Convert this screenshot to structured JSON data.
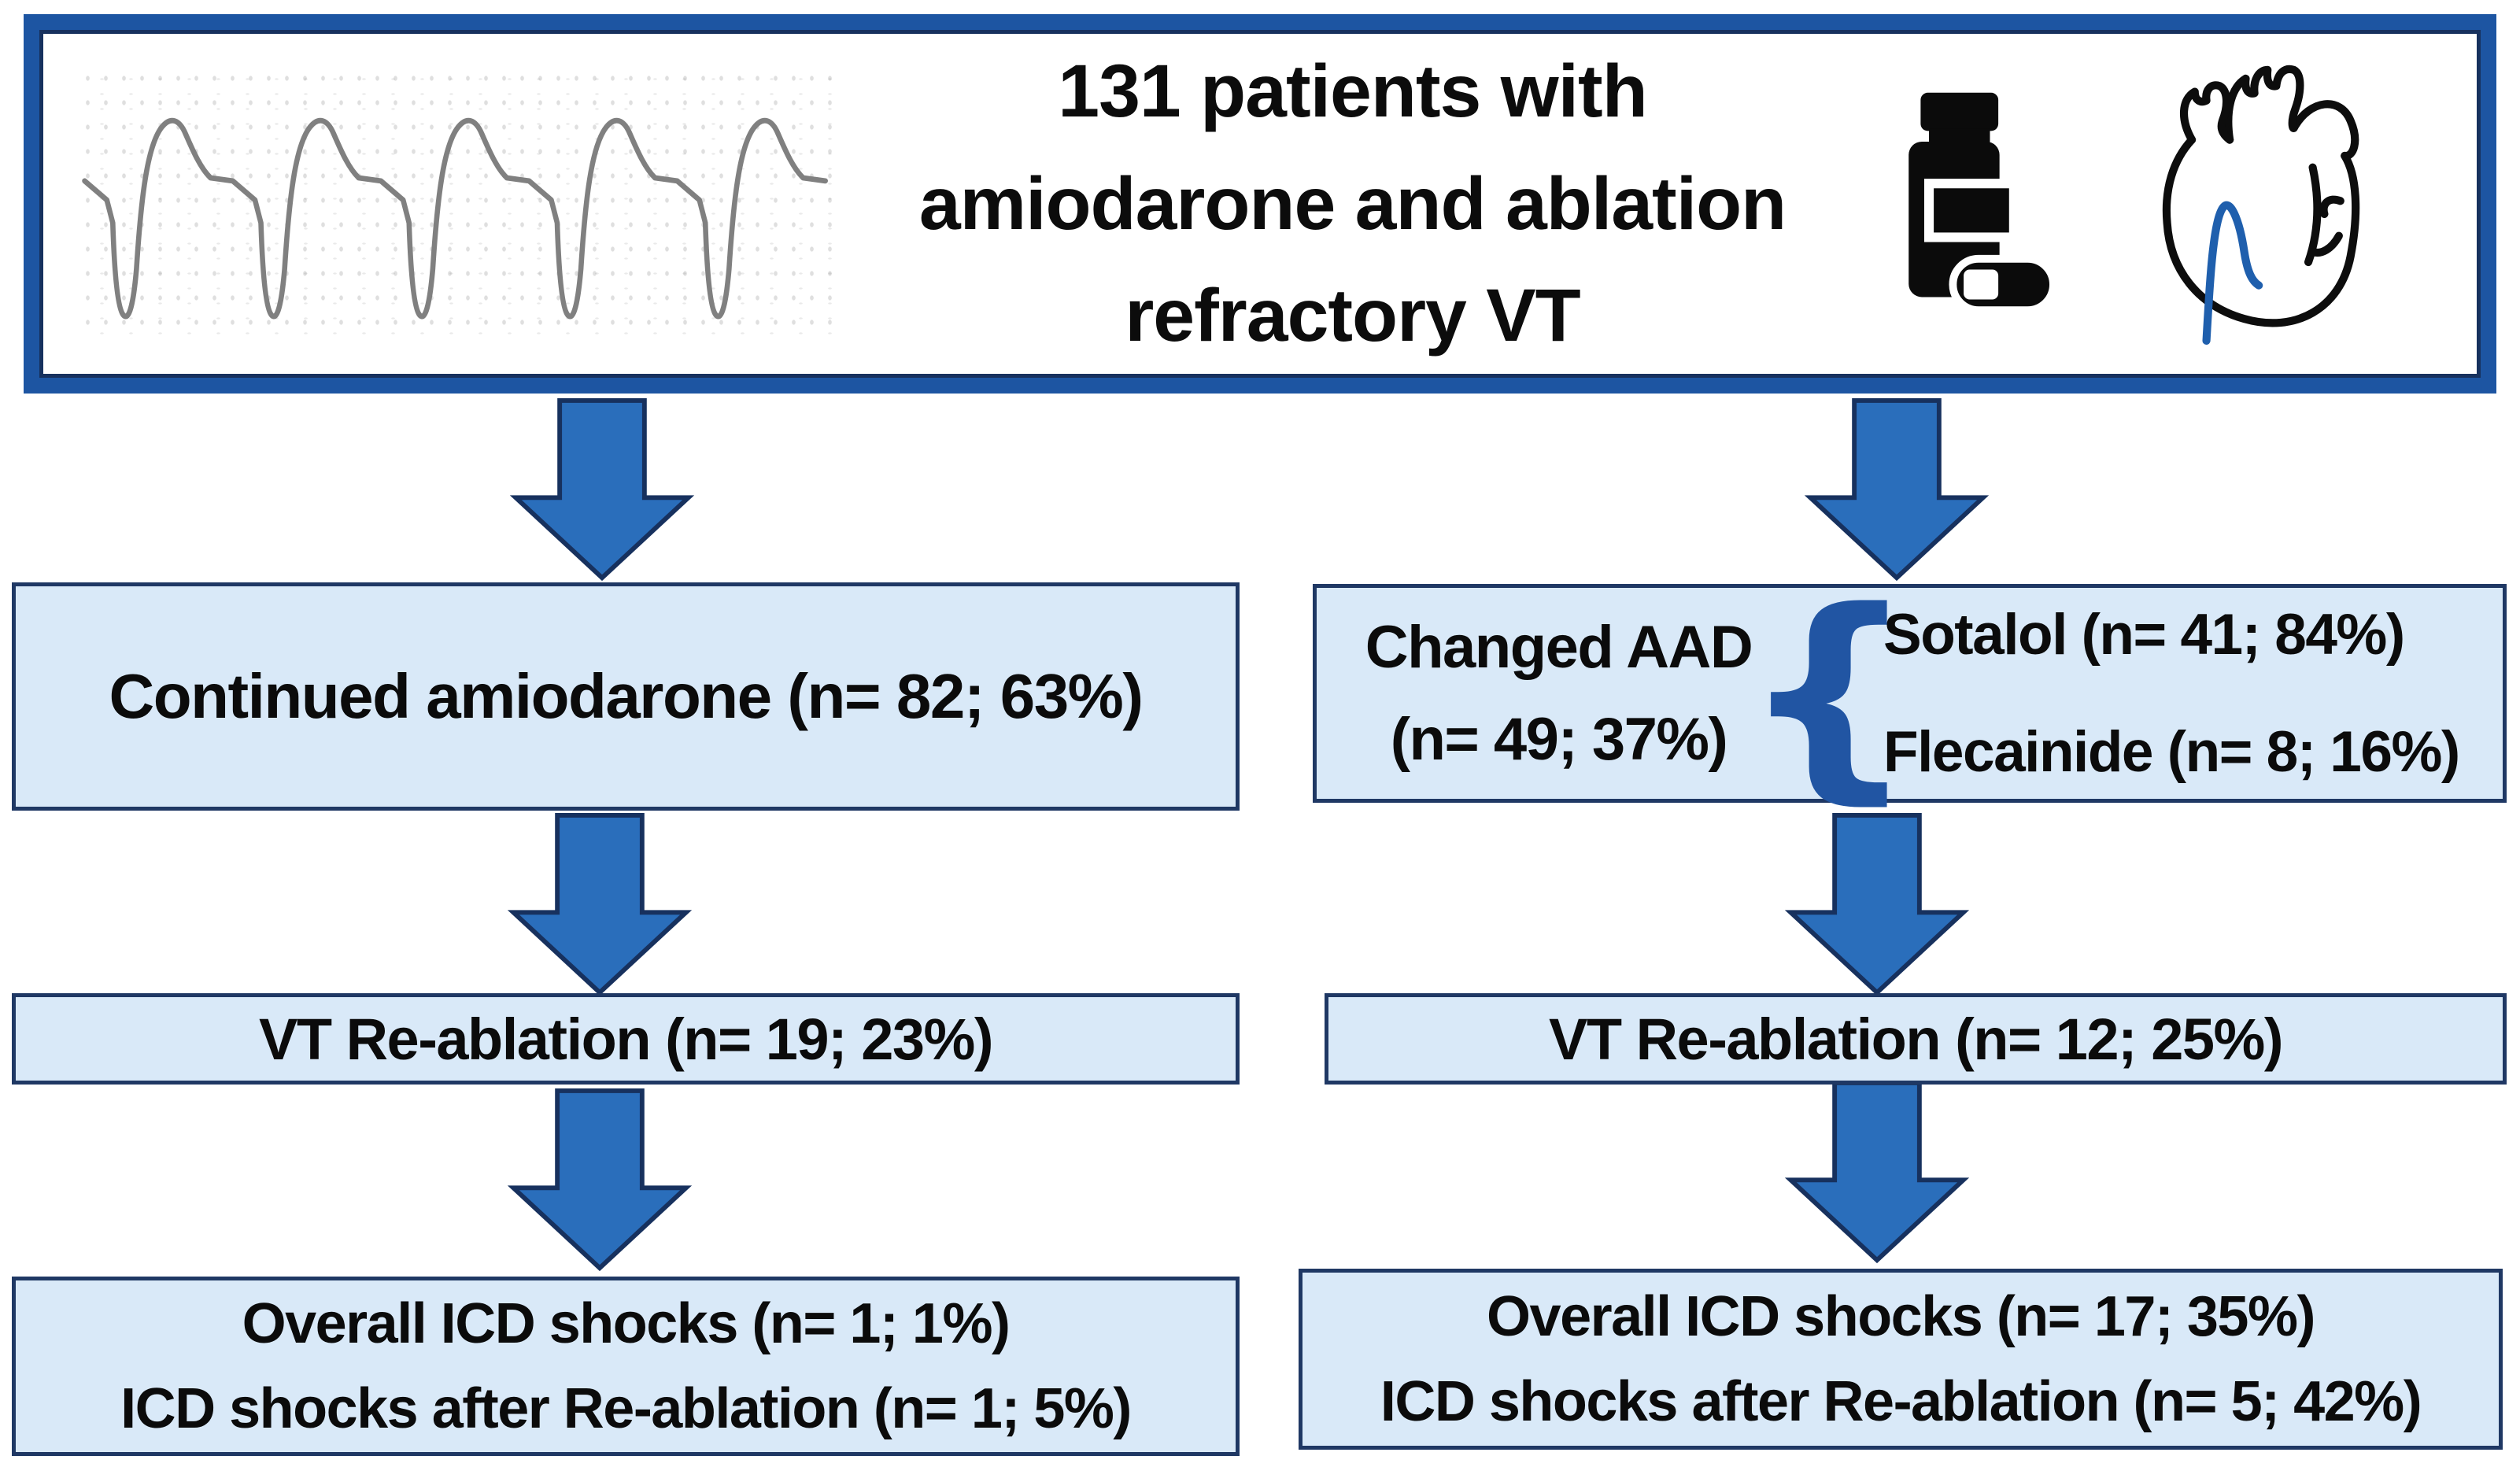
{
  "top_box": {
    "title_lines": [
      "131 patients with",
      "amiodarone and ablation",
      "refractory VT"
    ]
  },
  "left_branch": {
    "continued": "Continued amiodarone (n= 82; 63%)",
    "reablation": "VT Re-ablation (n= 19; 23%)",
    "icd_line1": "Overall ICD shocks (n= 1; 1%)",
    "icd_line2": "ICD shocks after Re-ablation (n= 1; 5%)"
  },
  "right_branch": {
    "changed_line1": "Changed AAD",
    "changed_line2": "(n= 49; 37%)",
    "brace_glyph": "{",
    "sotalol": "Sotalol (n= 41; 84%)",
    "flecainide": "Flecainide (n= 8; 16%)",
    "reablation": "VT Re-ablation (n= 12; 25%)",
    "icd_line1": "Overall ICD shocks (n= 17; 35%)",
    "icd_line2": "ICD shocks after Re-ablation (n= 5; 42%)"
  },
  "icons": {
    "ecg": "ecg-trace",
    "pill_bottle": "pill-bottle-icon",
    "heart": "heart-icon",
    "arrow": "down-arrow-icon",
    "brace": "left-brace-icon"
  },
  "colors": {
    "frame_blue": "#1d55a2",
    "box_fill": "#d9e9f8",
    "box_border": "#1f3864",
    "arrow_fill": "#2a6ebb",
    "arrow_outline": "#17315e",
    "brace_blue": "#2155a3",
    "heart_catheter_blue": "#1f5fad",
    "ecg_gray": "#808080"
  }
}
